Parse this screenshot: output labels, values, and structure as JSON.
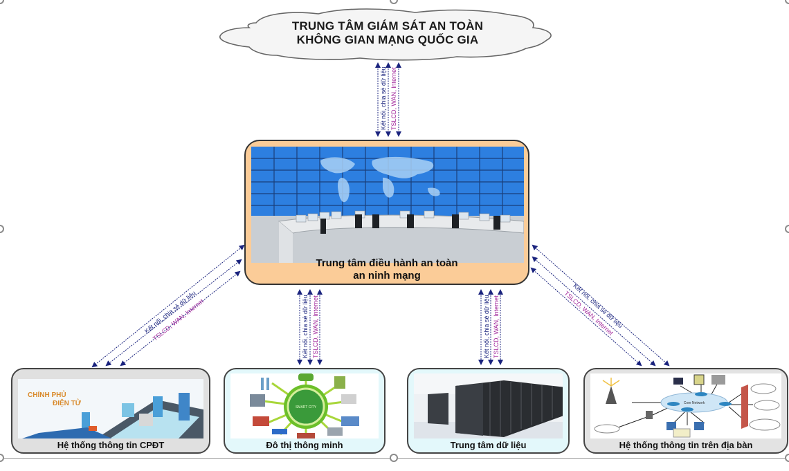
{
  "top_node": {
    "title_line1": "TRUNG TÂM GIÁM SÁT AN TOÀN",
    "title_line2": "KHÔNG GIAN MẠNG QUỐC GIA",
    "shape": "cloud"
  },
  "center_node": {
    "label_line1": "Trung tâm điều hành an toàn",
    "label_line2": "an ninh mạng",
    "image": "control-room-video-wall-world-map",
    "fill_color": "#fbcc98"
  },
  "connection_labels": {
    "line1": "Kết nối, chia sẻ dữ liệu",
    "line2": "TSLCD, WAN, Internet"
  },
  "connection_colors": {
    "arrow": "#1a237e",
    "line1_text": "#1a237e",
    "line2_text": "#a0249a"
  },
  "bottom_nodes": [
    {
      "label": "Hệ thống thông tin CPĐT",
      "image": "e-government-city",
      "image_caption_line1": "CHÍNH PHỦ",
      "image_caption_line2": "ĐIỆN TỬ"
    },
    {
      "label": "Đô thị thông minh",
      "image": "smart-city-globe",
      "image_caption": "SMART CITY"
    },
    {
      "label": "Trung tâm dữ liệu",
      "image": "data-center-server-racks"
    },
    {
      "label": "Hệ thống thông tin trên địa bàn",
      "image": "network-topology",
      "image_caption": "Core Network"
    }
  ]
}
